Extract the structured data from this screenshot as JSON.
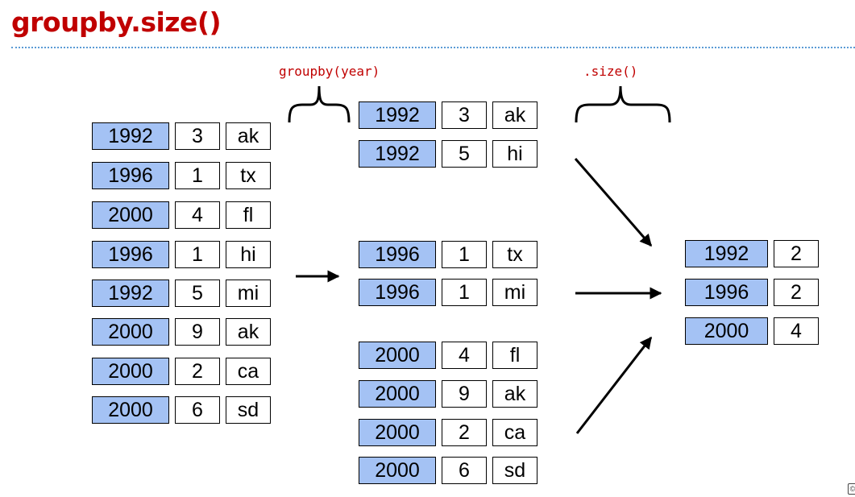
{
  "title": "groupby.size()",
  "labels": {
    "groupby": "groupby(year)",
    "size": ".size()"
  },
  "input_table": [
    {
      "year": "1992",
      "num": "3",
      "state": "ak"
    },
    {
      "year": "1996",
      "num": "1",
      "state": "tx"
    },
    {
      "year": "2000",
      "num": "4",
      "state": "fl"
    },
    {
      "year": "1996",
      "num": "1",
      "state": "hi"
    },
    {
      "year": "1992",
      "num": "5",
      "state": "mi"
    },
    {
      "year": "2000",
      "num": "9",
      "state": "ak"
    },
    {
      "year": "2000",
      "num": "2",
      "state": "ca"
    },
    {
      "year": "2000",
      "num": "6",
      "state": "sd"
    }
  ],
  "groups": [
    [
      {
        "year": "1992",
        "num": "3",
        "state": "ak"
      },
      {
        "year": "1992",
        "num": "5",
        "state": "hi"
      }
    ],
    [
      {
        "year": "1996",
        "num": "1",
        "state": "tx"
      },
      {
        "year": "1996",
        "num": "1",
        "state": "mi"
      }
    ],
    [
      {
        "year": "2000",
        "num": "4",
        "state": "fl"
      },
      {
        "year": "2000",
        "num": "9",
        "state": "ak"
      },
      {
        "year": "2000",
        "num": "2",
        "state": "ca"
      },
      {
        "year": "2000",
        "num": "6",
        "state": "sd"
      }
    ]
  ],
  "result_table": [
    {
      "year": "1992",
      "size": "2"
    },
    {
      "year": "1996",
      "size": "2"
    },
    {
      "year": "2000",
      "size": "4"
    }
  ],
  "colors": {
    "title": "#c00000",
    "year_cell": "#a4c2f4",
    "divider": "#5b9bd5"
  }
}
